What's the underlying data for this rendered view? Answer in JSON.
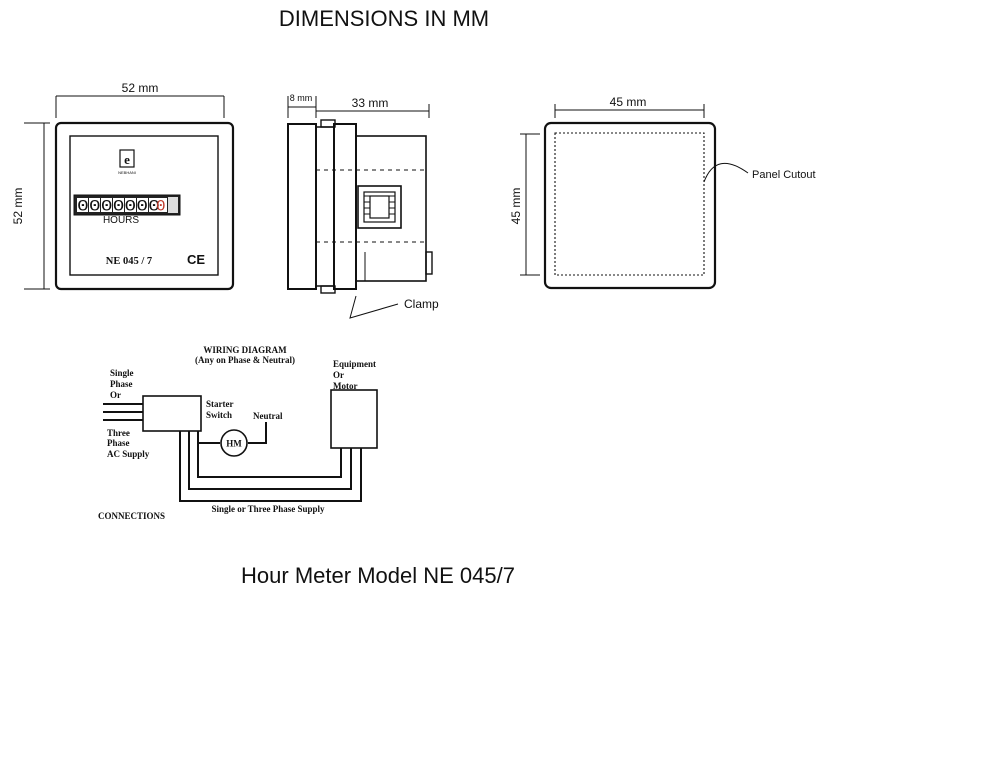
{
  "title": "DIMENSIONS IN MM",
  "front_view": {
    "width_label": "52 mm",
    "height_label": "52 mm",
    "counter_digits": "0000000",
    "counter_red": "0",
    "unit_label": "HOURS",
    "model_label": "NE 045 / 7",
    "ce_mark": "CE",
    "logo_text": "e",
    "logo_caption": "NEBHANI"
  },
  "side_view": {
    "depth_small_label": "8 mm",
    "depth_label": "33 mm",
    "clamp_label": "Clamp"
  },
  "cutout_view": {
    "width_label": "45 mm",
    "height_label": "45 mm",
    "cutout_label": "Panel Cutout"
  },
  "wiring": {
    "title": "WIRING DIAGRAM",
    "subtitle": "(Any on Phase & Neutral)",
    "supply_lines": [
      "Single",
      "Phase",
      "Or",
      "Three",
      "Phase",
      "AC Supply"
    ],
    "starter_lines": [
      "Starter",
      "Switch"
    ],
    "neutral_label": "Neutral",
    "hm_label": "HM",
    "equipment_lines": [
      "Equipment",
      "Or",
      "Motor"
    ],
    "bus_label": "Single or Three Phase Supply",
    "connections_label": "CONNECTIONS"
  },
  "caption": "Hour Meter Model NE 045/7"
}
